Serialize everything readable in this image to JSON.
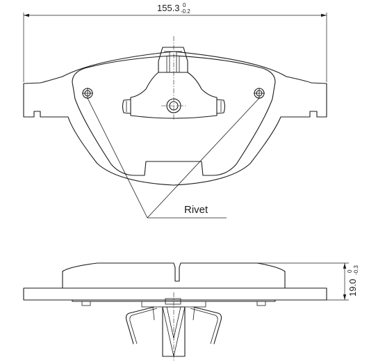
{
  "labels": {
    "width_nominal": "155.3",
    "width_tol_upper": "0",
    "width_tol_lower": "-0.2",
    "thickness_nominal": "19.0",
    "thickness_tol_upper": "0",
    "thickness_tol_lower": "-0.3",
    "rivet": "Rivet"
  }
}
